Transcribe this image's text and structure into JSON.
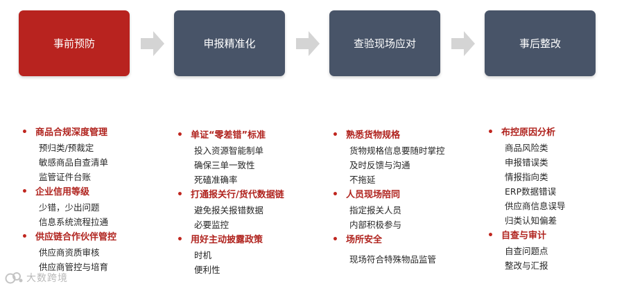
{
  "stages": [
    {
      "label": "事前预防",
      "color": "#b8231f"
    },
    {
      "label": "申报精准化",
      "color": "#485468"
    },
    {
      "label": "查验现场应对",
      "color": "#485468"
    },
    {
      "label": "事后整改",
      "color": "#485468"
    }
  ],
  "arrow_color": "#d4d4d4",
  "bullet_symbol": "•",
  "columns": [
    {
      "groups": [
        {
          "title": "商品合规深度管理",
          "items": [
            "预归类/预裁定",
            "敏感商品自查清单",
            "监管证件台账"
          ]
        },
        {
          "title": "企业信用等级",
          "items": [
            "少错，少出问题",
            "信息系统流程拉通"
          ]
        },
        {
          "title": "供应链合作伙伴管控",
          "items": [
            "供应商资质审核",
            "供应商管控与培育"
          ]
        }
      ]
    },
    {
      "groups": [
        {
          "title": "单证“零差错”标准",
          "items": [
            "投入资源智能制单",
            "确保三单一致性",
            "死磕准确率"
          ]
        },
        {
          "title": "打通报关行/货代数据链",
          "items": [
            "避免报关报错数据",
            "必要监控"
          ]
        },
        {
          "title": "用好主动披露政策",
          "items": [
            "时机",
            "便利性"
          ]
        }
      ]
    },
    {
      "groups": [
        {
          "title": "熟悉货物规格",
          "items": [
            "货物规格信息要随时掌控",
            "及时反馈与沟通",
            "不拖延"
          ]
        },
        {
          "title": "人员现场陪同",
          "items": [
            "指定报关人员",
            "内部积极参与"
          ]
        },
        {
          "title": "场所安全",
          "items": [
            "现场符合特殊物品监管"
          ]
        }
      ]
    },
    {
      "groups": [
        {
          "title": "布控原因分析",
          "items": [
            "商品风险类",
            "申报错误类",
            "情报指向类",
            "ERP数据错误",
            "供应商信息误导",
            "归类认知偏差"
          ]
        },
        {
          "title": "自查与审计",
          "items": [
            "自查问题点",
            "整改与汇报"
          ]
        }
      ]
    }
  ],
  "watermark": {
    "text": "大数跨境",
    "icon": "logo-mark-icon"
  }
}
